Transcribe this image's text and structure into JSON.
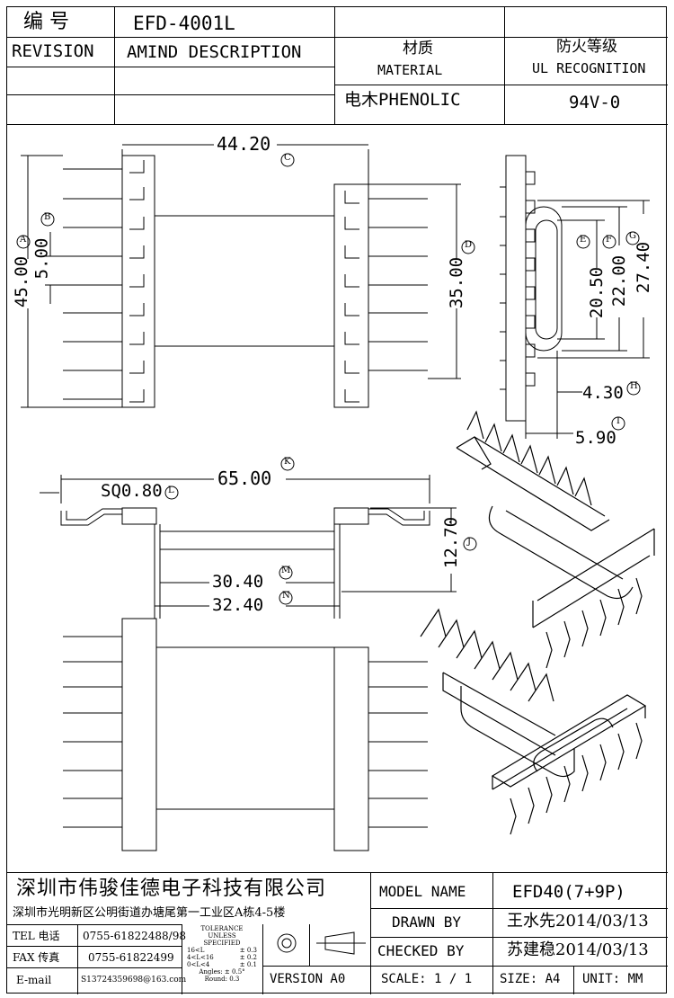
{
  "header": {
    "code_label": "编  号",
    "code_value": "EFD-4001L",
    "revision_label": "REVISION",
    "amind_label": "AMIND DESCRIPTION",
    "material_cn": "材质",
    "material_en": "MATERIAL",
    "material_value": "电木PHENOLIC",
    "ul_cn": "防火等级",
    "ul_en": "UL RECOGNITION",
    "ul_value": "94V-0"
  },
  "dimensions": {
    "A": {
      "letter": "A",
      "value": "45.00"
    },
    "B": {
      "letter": "B",
      "value": "5.00"
    },
    "C": {
      "letter": "C",
      "value": "44.20"
    },
    "D": {
      "letter": "D",
      "value": "35.00"
    },
    "E": {
      "letter": "E",
      "value": "20.50"
    },
    "F": {
      "letter": "F",
      "value": "22.00"
    },
    "G": {
      "letter": "G",
      "value": "27.40"
    },
    "H": {
      "letter": "H",
      "value": "4.30"
    },
    "I": {
      "letter": "I",
      "value": "5.90"
    },
    "J": {
      "letter": "J",
      "value": "12.70"
    },
    "K": {
      "letter": "K",
      "value": "65.00"
    },
    "L": {
      "letter": "L",
      "value": "SQ0.80"
    },
    "M": {
      "letter": "M",
      "value": "30.40"
    },
    "N": {
      "letter": "N",
      "value": "32.40"
    }
  },
  "footer": {
    "company_name": "深圳市伟骏佳德电子科技有限公司",
    "company_address": "深圳市光明新区公明街道办塘尾第一工业区A栋4-5楼",
    "tel_label": "TEL 电话",
    "tel_value": "0755-61822488/98",
    "fax_label": "FAX 传真",
    "fax_value": "0755-61822499",
    "email_label": "E-mail",
    "email_value": "S13724359698@163.com",
    "tolerance_title": "TOLERANCE",
    "tolerance_unless": "UNLESS",
    "tolerance_specified": "SPECIFIED",
    "tol_rows": [
      {
        "range": "16<L",
        "tol": "± 0.3"
      },
      {
        "range": "4<L<16",
        "tol": "± 0.2"
      },
      {
        "range": "0<L<4",
        "tol": "± 0.1"
      }
    ],
    "tol_angles": "Angles: ± 0.5°",
    "tol_round": "Round: 0.3",
    "version": "VERSION A0",
    "model_label": "MODEL NAME",
    "model_value": "EFD40(7+9P)",
    "drawn_label": "DRAWN BY",
    "drawn_value": "王水先2014/03/13",
    "checked_label": "CHECKED BY",
    "checked_value": "苏建稳2014/03/13",
    "scale": "SCALE: 1 / 1",
    "size": "SIZE: A4",
    "unit": "UNIT: MM"
  }
}
